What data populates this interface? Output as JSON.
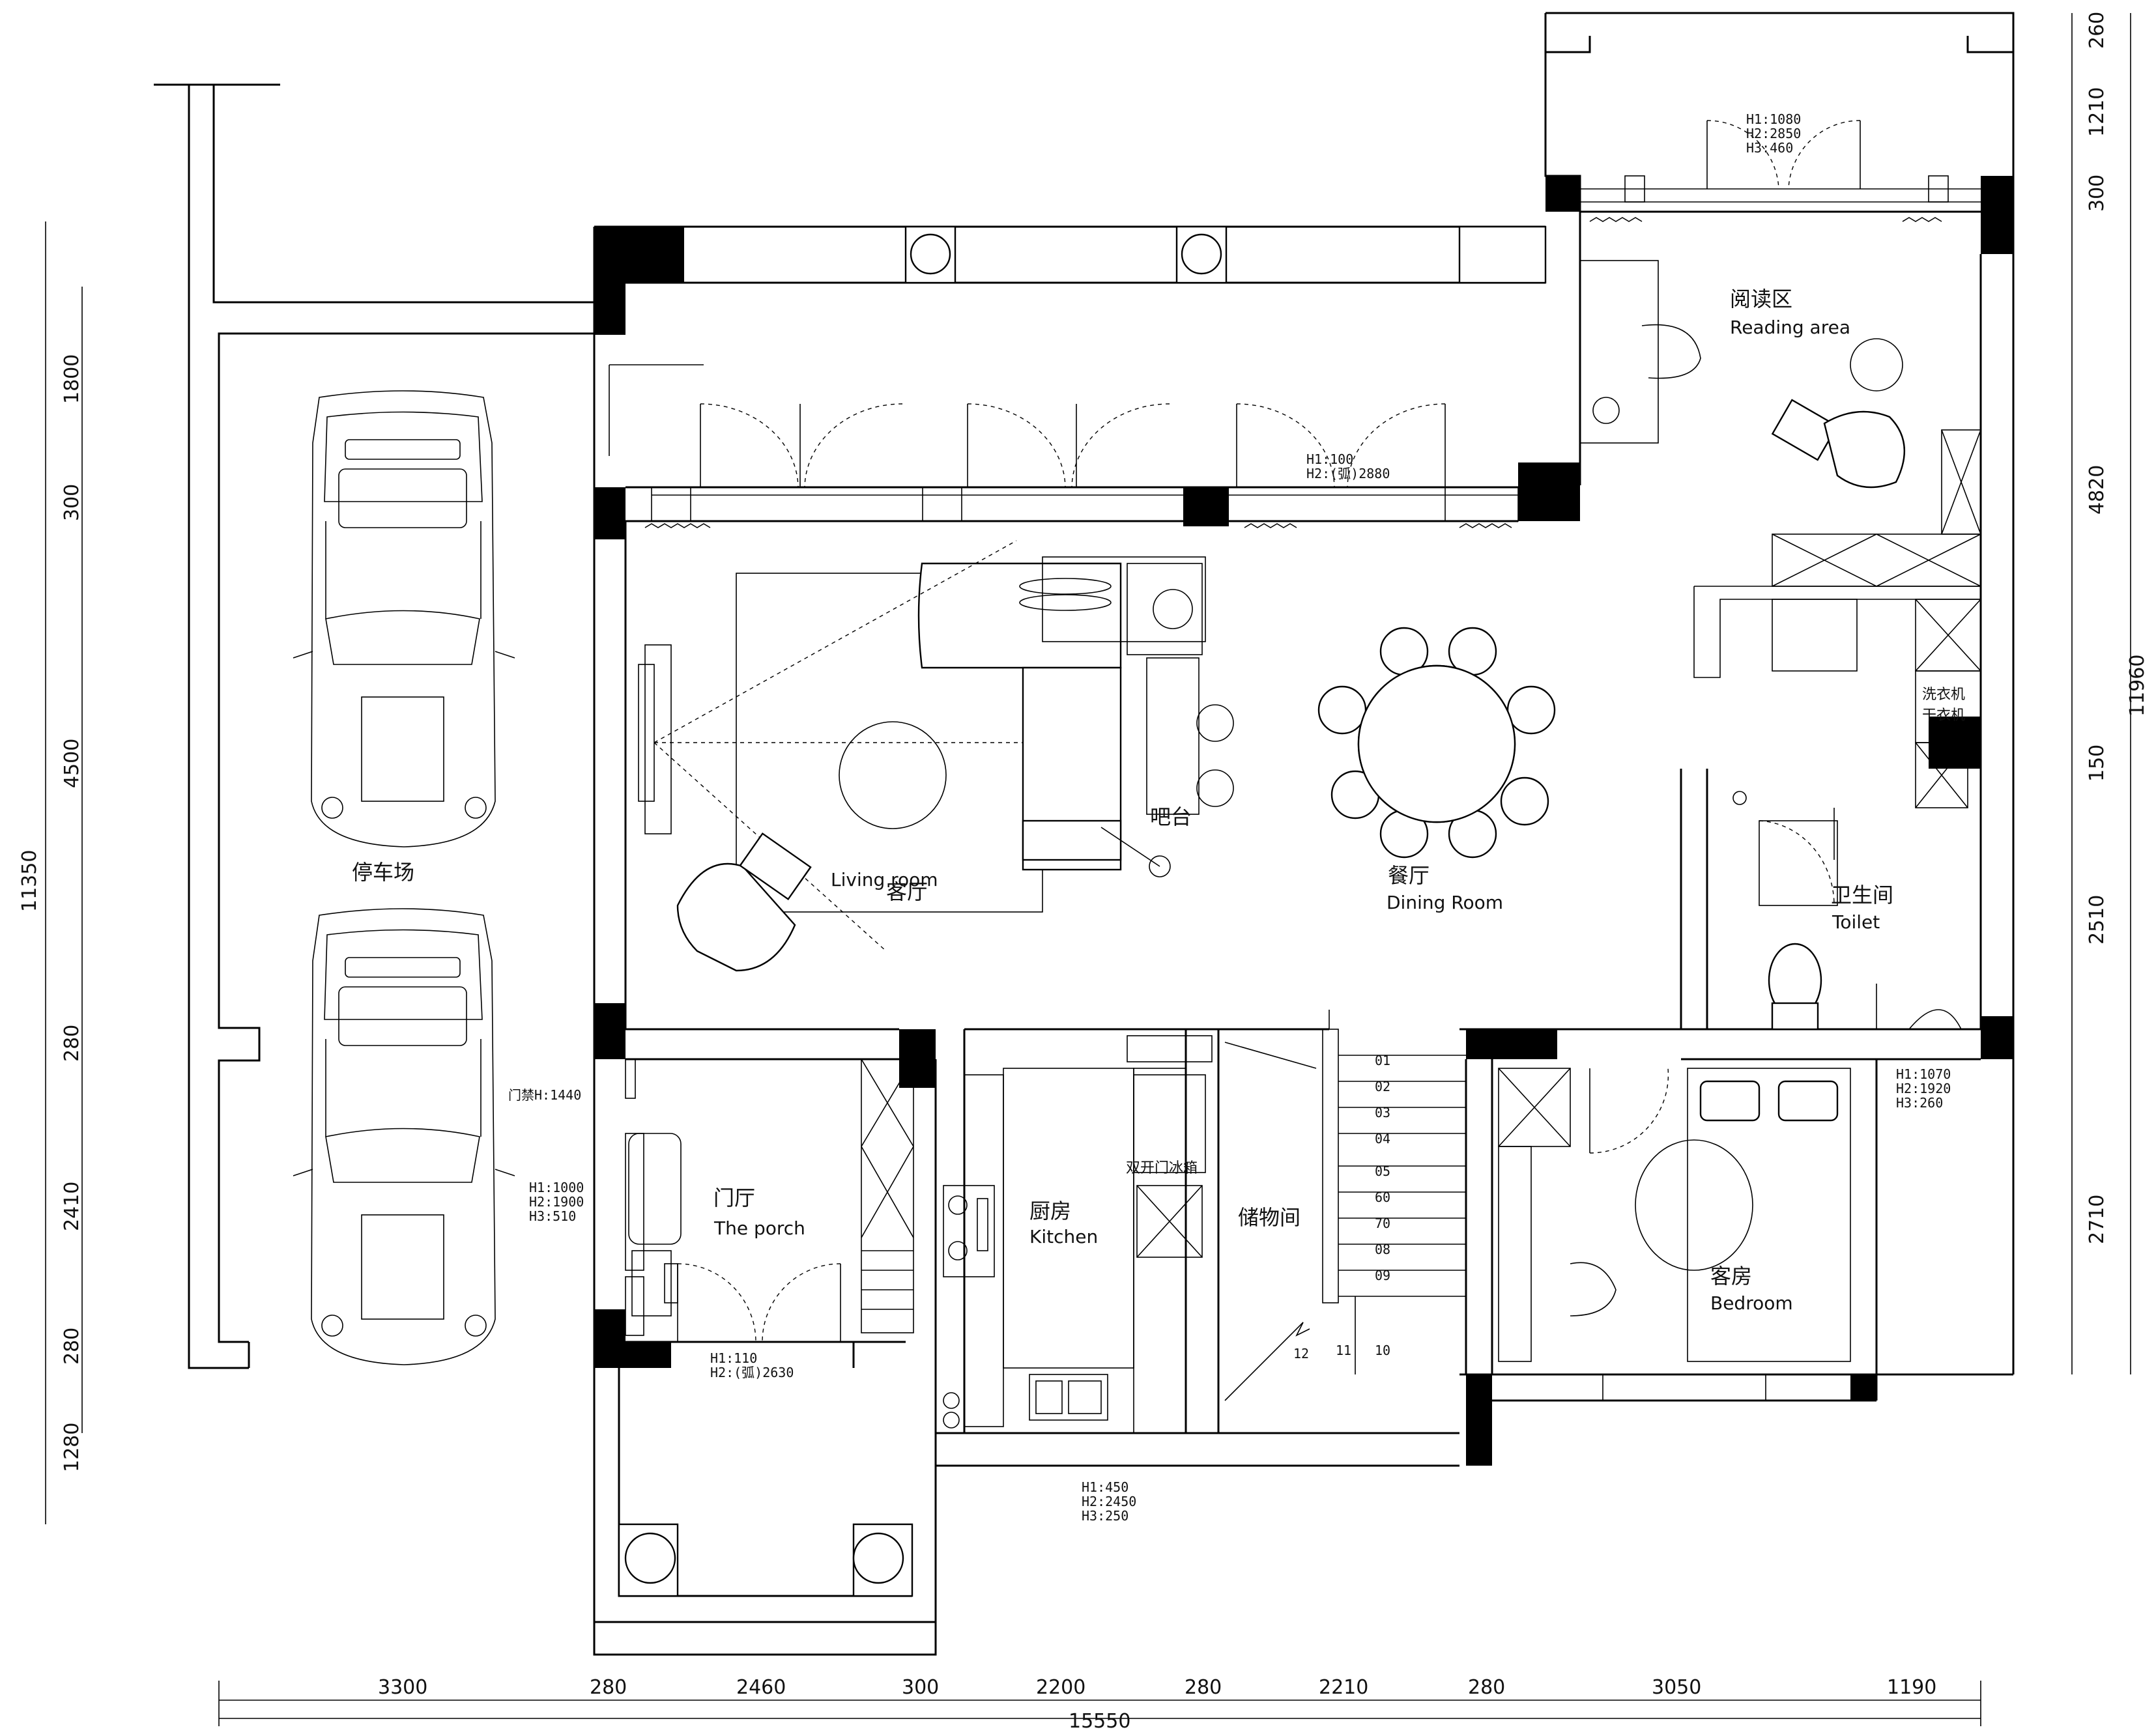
{
  "rooms": {
    "parking": {
      "cn": "停车场"
    },
    "living": {
      "cn": "客厅",
      "en": "Living room"
    },
    "bar": {
      "cn": "吧台"
    },
    "dining": {
      "cn": "餐厅",
      "en": "Dining Room"
    },
    "reading": {
      "cn": "阅读区",
      "en": "Reading area"
    },
    "toilet": {
      "cn": "卫生间",
      "en": "Toilet"
    },
    "porch": {
      "cn": "门厅",
      "en": "The porch"
    },
    "kitchen": {
      "cn": "厨房",
      "en": "Kitchen"
    },
    "storage": {
      "cn": "储物间"
    },
    "bedroom": {
      "cn": "客房",
      "en": "Bedroom"
    }
  },
  "labels": {
    "washer": "洗衣机",
    "dryer": "干衣机",
    "fridge": "双开门冰箱",
    "access_control": "门禁H:1440"
  },
  "window_notes": {
    "reading_top": [
      "H1:1080",
      "H2:2850",
      "H3:460"
    ],
    "living_top": [
      "H1:100",
      "H2:(弧)2880"
    ],
    "toilet_right": [
      "H1:1070",
      "H2:1920",
      "H3:260"
    ],
    "porch_left": [
      "H1:1000",
      "H2:1900",
      "H3:510"
    ],
    "porch_bottom": [
      "H1:110",
      "H2:(弧)2630"
    ],
    "kitchen_bottom": [
      "H1:450",
      "H2:2450",
      "H3:250"
    ]
  },
  "stairs": [
    "01",
    "02",
    "03",
    "04",
    "05",
    "60",
    "70",
    "08",
    "09",
    "10",
    "11",
    "12"
  ],
  "dimensions": {
    "bottom": [
      "3300",
      "280",
      "2460",
      "300",
      "2200",
      "280",
      "2210",
      "280",
      "3050",
      "1190"
    ],
    "bottom_total": "15550",
    "left_total": "11350",
    "left": [
      "1800",
      "300",
      "4500",
      "280",
      "2410",
      "280",
      "1280"
    ],
    "right_total": "11960",
    "right": [
      "260",
      "1210",
      "300",
      "4820",
      "150",
      "2510",
      "2710"
    ]
  }
}
